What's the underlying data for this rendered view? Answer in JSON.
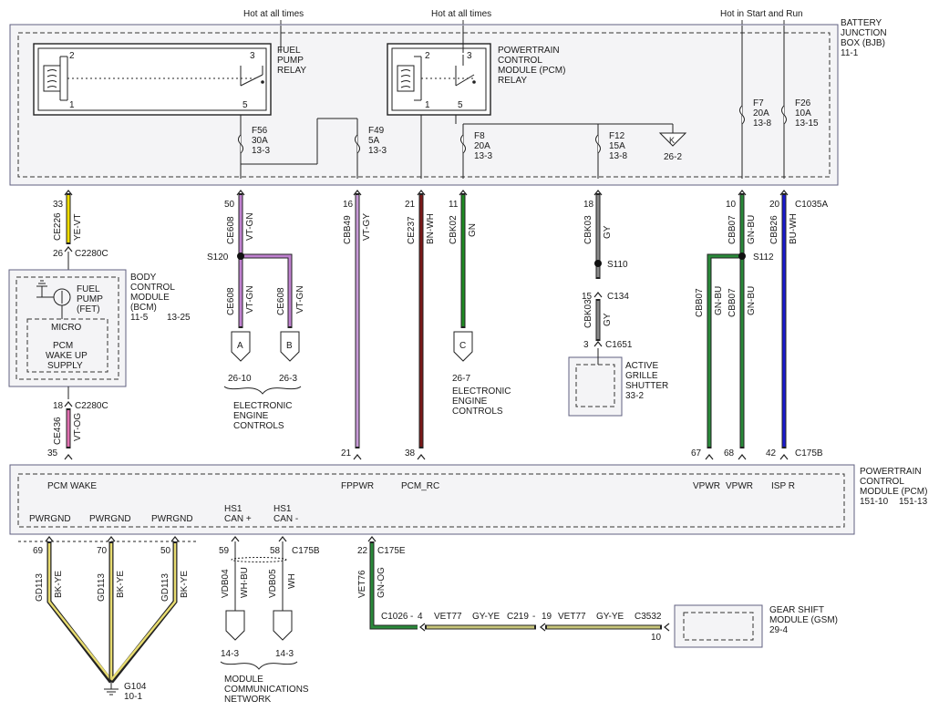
{
  "hot": [
    "Hot at all times",
    "Hot at all times",
    "Hot in Start and Run"
  ],
  "bjb": {
    "name": [
      "BATTERY",
      "JUNCTION",
      "BOX (BJB)"
    ],
    "ref": "11-1"
  },
  "relays": [
    {
      "name": [
        "FUEL",
        "PUMP",
        "RELAY"
      ],
      "pins": [
        "2",
        "3",
        "1",
        "5"
      ]
    },
    {
      "name": [
        "POWERTRAIN",
        "CONTROL",
        "MODULE (PCM)",
        "RELAY"
      ],
      "pins": [
        "2",
        "3",
        "1",
        "5"
      ]
    }
  ],
  "fuses": [
    {
      "name": "F56",
      "rating": "30A",
      "ref": "13-3"
    },
    {
      "name": "F49",
      "rating": "5A",
      "ref": "13-3"
    },
    {
      "name": "F8",
      "rating": "20A",
      "ref": "13-3"
    },
    {
      "name": "F12",
      "rating": "15A",
      "ref": "13-8"
    },
    {
      "name": "F7",
      "rating": "20A",
      "ref": "13-8"
    },
    {
      "name": "F26",
      "rating": "10A",
      "ref": "13-15"
    }
  ],
  "ground_k": {
    "letter": "K",
    "ref": "26-2"
  },
  "bjb_connector": "C1035A",
  "bjb_pins": [
    "33",
    "50",
    "16",
    "21",
    "11",
    "18",
    "10",
    "20"
  ],
  "wires": [
    {
      "circuit": "CE226",
      "color": "YE-VT",
      "hex": "#f0dc00"
    },
    {
      "circuit": "CE608",
      "color": "VT-GN",
      "hex": "#c081d0"
    },
    {
      "circuit": "CBB49",
      "color": "VT-GY",
      "hex": "#c79ad6"
    },
    {
      "circuit": "CE237",
      "color": "BN-WH",
      "hex": "#7a1818"
    },
    {
      "circuit": "CBK02",
      "color": "GN",
      "hex": "#1f8a22"
    },
    {
      "circuit": "CBK03",
      "color": "GY",
      "hex": "#8a8a8a"
    },
    {
      "circuit": "CBB07",
      "color": "GN-BU",
      "hex": "#2a8a3a"
    },
    {
      "circuit": "CBB26",
      "color": "BU-WH",
      "hex": "#1a1ad0"
    },
    {
      "circuit": "CE436",
      "color": "VT-OG",
      "hex": "#e070b0"
    }
  ],
  "c2280": {
    "name": "C2280C",
    "pins": [
      "26",
      "18"
    ]
  },
  "bcm": {
    "name": [
      "BODY",
      "CONTROL",
      "MODULE",
      "(BCM)"
    ],
    "refs": [
      "11-5",
      "13-25"
    ],
    "fuel_pump": [
      "FUEL",
      "PUMP",
      "(FET)"
    ],
    "micro": "MICRO",
    "supply": [
      "PCM",
      "WAKE UP",
      "SUPPLY"
    ]
  },
  "splices": [
    "S120",
    "S110",
    "S112"
  ],
  "s120_branch": [
    {
      "circuit": "CE608",
      "color": "VT-GN",
      "letter": "A",
      "ref": "26-10"
    },
    {
      "circuit": "CE608",
      "color": "VT-GN",
      "letter": "B",
      "ref": "26-3"
    }
  ],
  "eec_label": [
    "ELECTRONIC",
    "ENGINE",
    "CONTROLS"
  ],
  "c_connector": {
    "letter": "C",
    "ref": "26-7"
  },
  "c134": {
    "name": "C134",
    "pin": "15"
  },
  "grille": {
    "name": [
      "ACTIVE",
      "GRILLE",
      "SHUTTER"
    ],
    "ref": "33-2",
    "connector": "C1651",
    "pin": "3"
  },
  "pcm": {
    "name": [
      "POWERTRAIN",
      "CONTROL",
      "MODULE (PCM)"
    ],
    "refs": [
      "151-10",
      "151-13"
    ],
    "connector": "C175B",
    "top_pins": [
      "35",
      "21",
      "38",
      "67",
      "68",
      "42"
    ],
    "top_labels": [
      "PCM WAKE",
      "FPPWR",
      "PCM_RC",
      "VPWR",
      "VPWR",
      "ISP R"
    ],
    "bottom_labels": [
      "PWRGND",
      "PWRGND",
      "PWRGND",
      "HS1",
      "CAN +",
      "HS1",
      "CAN -"
    ],
    "bottom_pins": [
      "69",
      "70",
      "50",
      "59",
      "58",
      "22"
    ],
    "bottom_connector_b": "C175B",
    "bottom_connector_e": "C175E"
  },
  "grounds": [
    {
      "circuit": "GD113",
      "color": "BK-YE"
    },
    {
      "circuit": "GD113",
      "color": "BK-YE"
    },
    {
      "circuit": "GD113",
      "color": "BK-YE"
    }
  ],
  "g104": {
    "name": "G104",
    "ref": "10-1"
  },
  "can": [
    {
      "circuit": "VDB04",
      "color": "WH-BU",
      "ref": "14-3"
    },
    {
      "circuit": "VDB05",
      "color": "WH",
      "ref": "14-3"
    }
  ],
  "mcn_label": [
    "MODULE",
    "COMMUNICATIONS",
    "NETWORK"
  ],
  "gsm_wire": {
    "circuit1": "VET76",
    "color1": "GN-OG",
    "c1026": "C1026",
    "c1026_pin": "4",
    "seg2_circuit": "VET77",
    "seg2_color": "GY-YE",
    "c219": "C219",
    "c219_pin": "19",
    "seg3_circuit": "VET77",
    "seg3_color": "GY-YE",
    "c3532": "C3532",
    "gsm_pin": "10"
  },
  "gsm": {
    "name": [
      "GEAR SHIFT",
      "MODULE (GSM)"
    ],
    "ref": "29-4"
  }
}
